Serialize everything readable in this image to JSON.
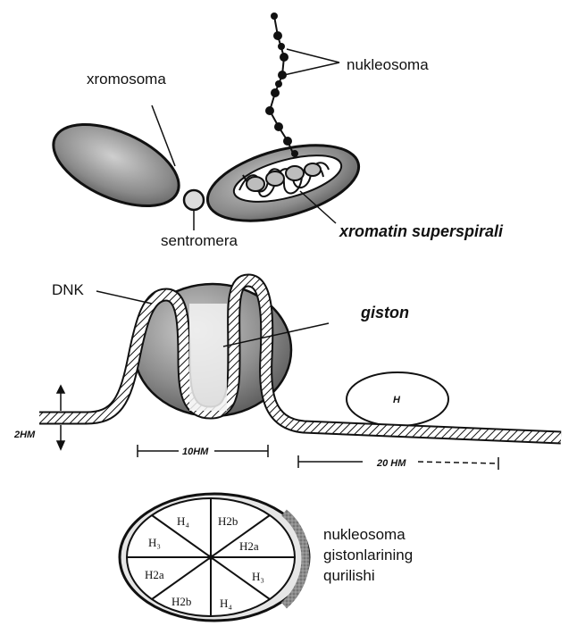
{
  "labels": {
    "xromosoma": "xromosoma",
    "nukleosoma_top": "nukleosoma",
    "sentromera": "sentromera",
    "xromatin": "xromatin superspirali",
    "dnk": "DNK",
    "giston": "giston",
    "h_small": "H",
    "dim_2hm": "2HM",
    "dim_10hm": "10HM",
    "dim_20hm": "20 HM",
    "caption_1": "nukleosoma",
    "caption_2": "gistonlarining",
    "caption_3": "qurilishi"
  },
  "histone_sections": {
    "top_left": "H₄",
    "top_right": "H2b",
    "mid_left": "H₃",
    "mid_right": "H2a",
    "low_left": "H2a",
    "low_right": "H₃",
    "bottom_left": "H2b",
    "bottom_right": "H₄"
  },
  "colors": {
    "ink": "#111111",
    "background": "#ffffff",
    "shade": "#9a9a9a"
  }
}
